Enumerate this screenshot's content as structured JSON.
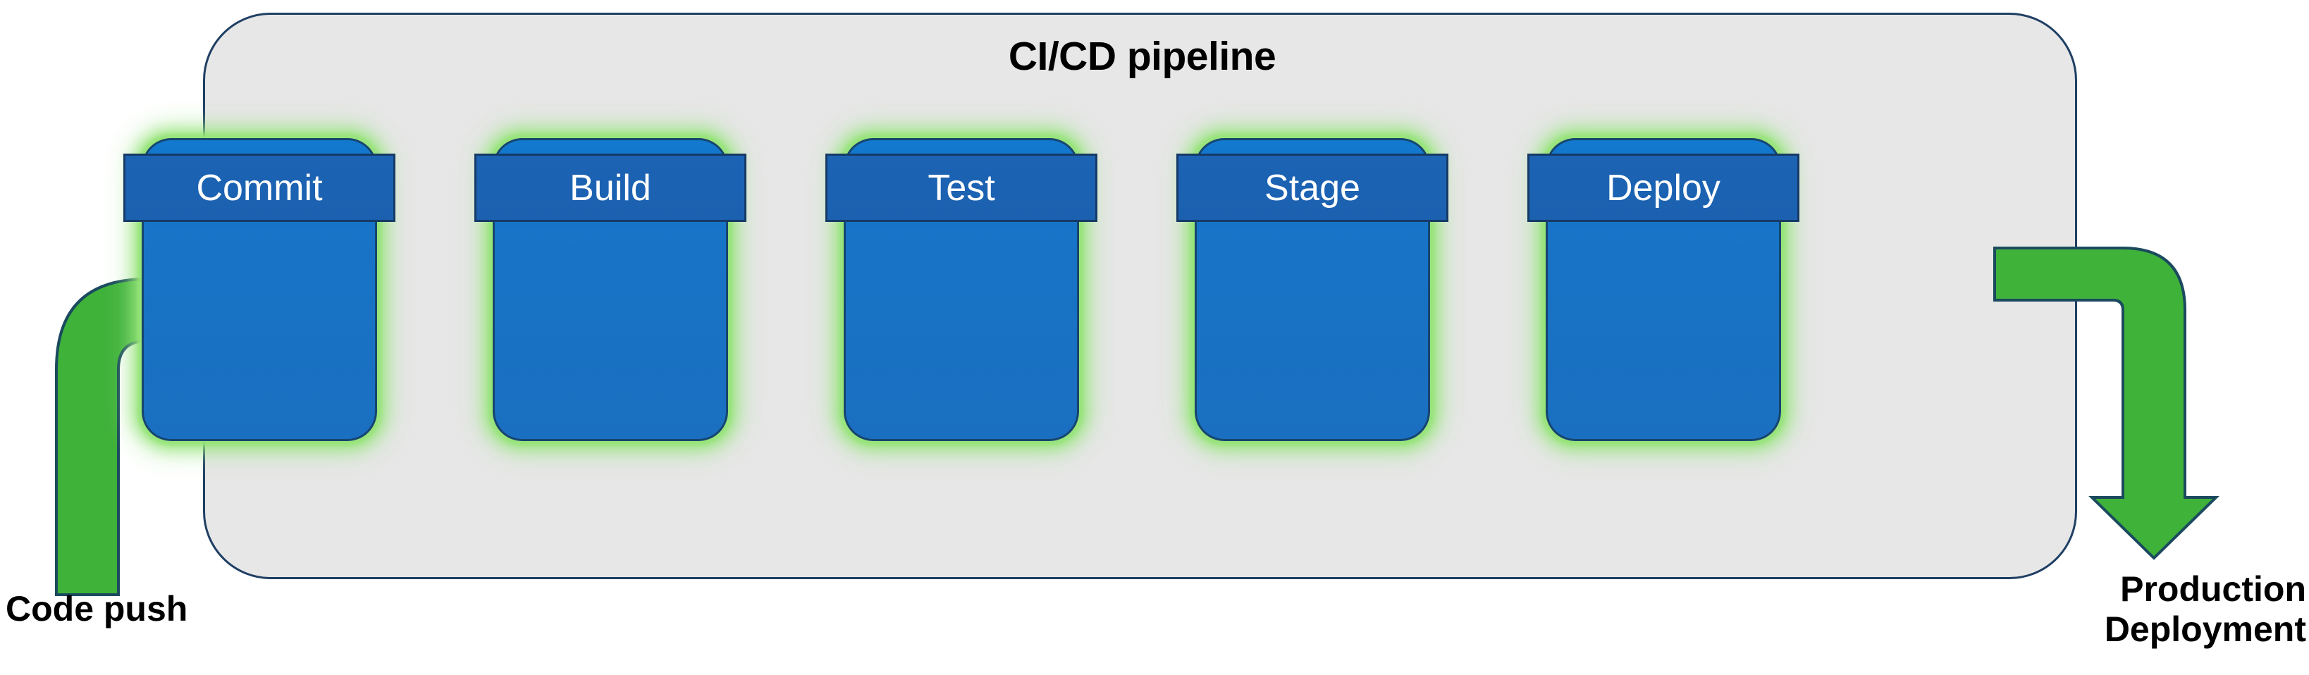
{
  "diagram": {
    "title": "CI/CD pipeline",
    "canvas_background": "#ffffff",
    "container_fill": "#e7e7e7",
    "container_border": "#1f3f63",
    "node_fill": "#1873c6",
    "node_banner_fill": "#1c62b2",
    "node_glow": "#96e478",
    "arrow_fill": "#3fb23a",
    "arrow_outline": "#16456f",
    "title_color": "#000000"
  },
  "stages": [
    {
      "id": "commit",
      "label": "Commit"
    },
    {
      "id": "build",
      "label": "Build"
    },
    {
      "id": "test",
      "label": "Test"
    },
    {
      "id": "stage",
      "label": "Stage"
    },
    {
      "id": "deploy",
      "label": "Deploy"
    }
  ],
  "connectors": [
    {
      "id": "commit-to-build",
      "icon": "chevron-right-icon"
    },
    {
      "id": "build-to-test",
      "icon": "chevron-right-icon"
    },
    {
      "id": "test-to-stage",
      "icon": "chevron-right-icon"
    },
    {
      "id": "stage-to-deploy",
      "icon": "chevron-right-icon"
    }
  ],
  "edges": {
    "input": {
      "caption": "Code push",
      "icon": "elbow-arrow-up-right-icon"
    },
    "output": {
      "caption": "Production\nDeployment",
      "icon": "elbow-arrow-right-down-icon"
    }
  }
}
